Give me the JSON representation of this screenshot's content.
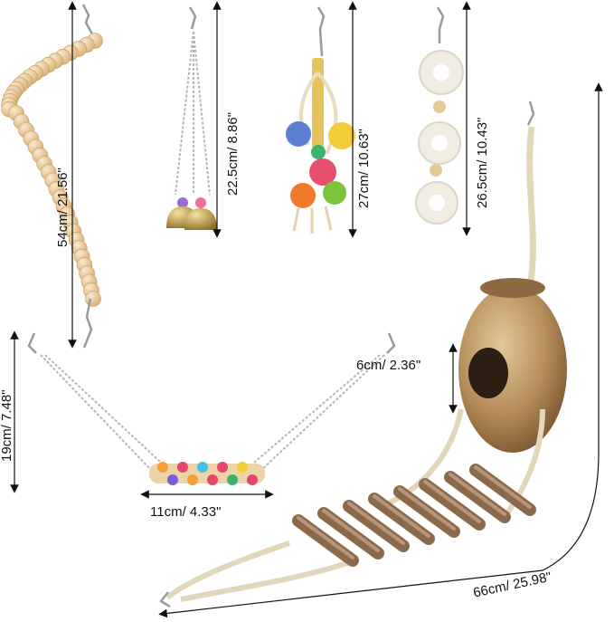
{
  "product": {
    "items": [
      {
        "name": "wooden bead swing",
        "size_label": "54cm/ 21.56\""
      },
      {
        "name": "bell toy",
        "size_label": "22.5cm/ 8.86\""
      },
      {
        "name": "rattan ball toy",
        "size_label": "27cm/ 10.63\""
      },
      {
        "name": "loofah slice toy",
        "size_label": "26.5cm/ 10.43\""
      },
      {
        "name": "bead perch swing",
        "width_label": "11cm/ 4.33\"",
        "height_label": "19cm/ 7.48\""
      },
      {
        "name": "coconut hut with ladder",
        "opening_label": "6cm/ 2.36\"",
        "length_label": "66cm/ 25.98\""
      }
    ]
  },
  "colors": {
    "background": "#ffffff",
    "wood": "#e9cfa4",
    "coconut": "#b08a5a",
    "chain": "#a8a8a8",
    "dim_line": "#111111"
  }
}
